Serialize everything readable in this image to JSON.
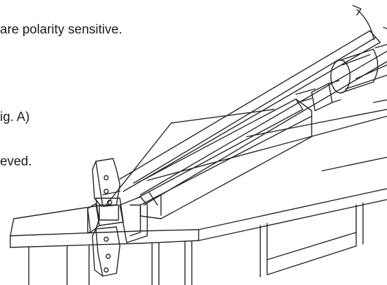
{
  "text_lines": [
    "are polarity sensitive.",
    "ig. A)",
    "eved."
  ]
}
